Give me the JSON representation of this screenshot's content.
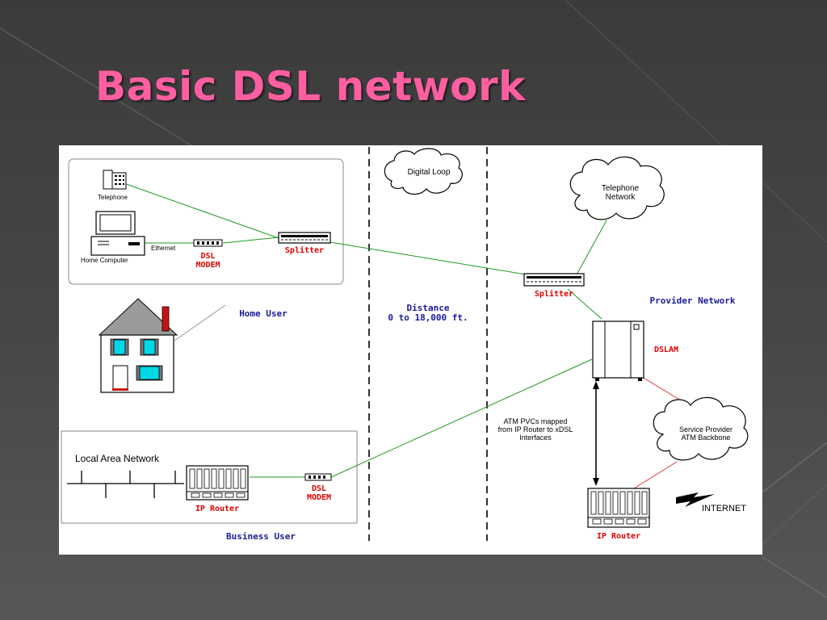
{
  "slide": {
    "title": "Basic DSL network"
  },
  "diagram": {
    "labels": {
      "telephone": "Telephone",
      "home_computer": "Home Computer",
      "ethernet": "Ethernet",
      "dsl_modem_home_1": "DSL",
      "dsl_modem_home_2": "MODEM",
      "splitter_home": "Splitter",
      "home_user": "Home User",
      "digital_loop": "Digital Loop",
      "distance_1": "Distance",
      "distance_2": "0 to 18,000 ft.",
      "telephone_network_1": "Telephone",
      "telephone_network_2": "Network",
      "splitter_provider": "Splitter",
      "provider_network": "Provider Network",
      "dslam": "DSLAM",
      "atm_pvcs_1": "ATM PVCs mapped",
      "atm_pvcs_2": "from IP Router to xDSL",
      "atm_pvcs_3": "Interfaces",
      "sp_backbone_1": "Service Provider",
      "sp_backbone_2": "ATM Backbone",
      "local_area_network": "Local Area Network",
      "ip_router_business": "IP Router",
      "dsl_modem_business_1": "DSL",
      "dsl_modem_business_2": "MODEM",
      "business_user": "Business User",
      "ip_router_provider": "IP Router",
      "internet": "INTERNET"
    },
    "colors": {
      "dsl_link": "#1f9a1f",
      "backbone_link": "#e03030",
      "device_label": "#e00000",
      "section_label": "#1a1a9a",
      "window_glass": "#00d8e8",
      "roof": "#9a9a9a",
      "chimney": "#cc1111"
    },
    "icons": [
      "telephone-icon",
      "computer-icon",
      "modem-icon",
      "splitter-icon",
      "house-icon",
      "cloud-icon",
      "dslam-icon",
      "router-icon",
      "lightning-icon"
    ]
  }
}
